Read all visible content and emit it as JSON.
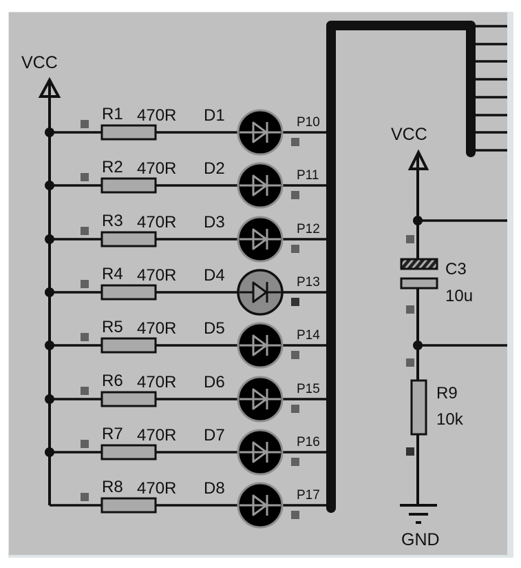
{
  "schematic": {
    "vcc_left": "VCC",
    "vcc_right": "VCC",
    "gnd": "GND",
    "rows": [
      {
        "resistor": "R1",
        "value": "470R",
        "diode": "D1",
        "pin": "P10",
        "diode_lit": false
      },
      {
        "resistor": "R2",
        "value": "470R",
        "diode": "D2",
        "pin": "P11",
        "diode_lit": false
      },
      {
        "resistor": "R3",
        "value": "470R",
        "diode": "D3",
        "pin": "P12",
        "diode_lit": false
      },
      {
        "resistor": "R4",
        "value": "470R",
        "diode": "D4",
        "pin": "P13",
        "diode_lit": true
      },
      {
        "resistor": "R5",
        "value": "470R",
        "diode": "D5",
        "pin": "P14",
        "diode_lit": false
      },
      {
        "resistor": "R6",
        "value": "470R",
        "diode": "D6",
        "pin": "P15",
        "diode_lit": false
      },
      {
        "resistor": "R7",
        "value": "470R",
        "diode": "D7",
        "pin": "P16",
        "diode_lit": false
      },
      {
        "resistor": "R8",
        "value": "470R",
        "diode": "D8",
        "pin": "P17",
        "diode_lit": false
      }
    ],
    "capacitor": {
      "name": "C3",
      "value": "10u"
    },
    "reset_resistor": {
      "name": "R9",
      "value": "10k"
    },
    "colors": {
      "background": "#bfc0bf",
      "wire": "#111111",
      "diode_off": "#000000",
      "diode_on": "#8a8a8a",
      "pin_marker": "#616161",
      "pin_marker_active": "#333333",
      "resistor_fill": "#a9aaa9"
    }
  }
}
